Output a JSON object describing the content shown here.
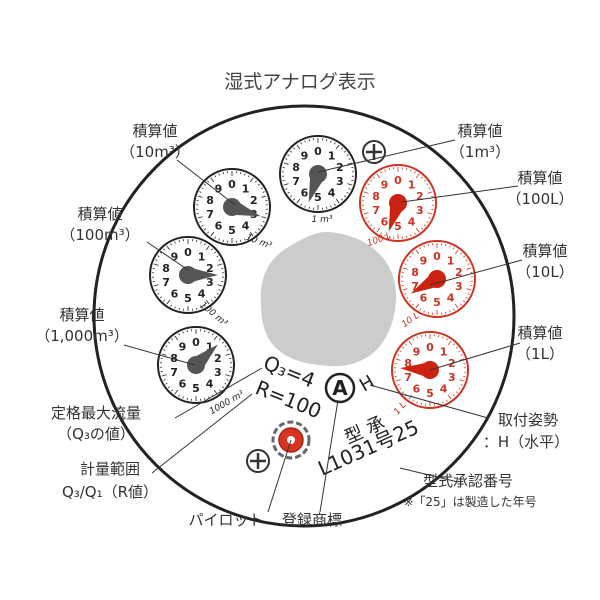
{
  "title": "湿式アナログ表示",
  "colors": {
    "black_dial": "#222222",
    "red_dial": "#cc3322",
    "pointer_black": "#555555",
    "pointer_red": "#cc2211",
    "center_gray": "#cccccc"
  },
  "dial_digits": [
    "0",
    "1",
    "2",
    "3",
    "4",
    "5",
    "6",
    "7",
    "8",
    "9"
  ],
  "dials": [
    {
      "name": "dial-10m3",
      "color": "black",
      "value": 3.0,
      "unit": "10 m³",
      "label_line1": "積算値",
      "label_line2": "（10m³）"
    },
    {
      "name": "dial-1m3",
      "color": "black",
      "value": 5.5,
      "unit": "1 m³",
      "label_line1": "積算値",
      "label_line2": "（1m³）"
    },
    {
      "name": "dial-100m3",
      "color": "black",
      "value": 2.5,
      "unit": "100 m³",
      "label_line1": "積算値",
      "label_line2": "（100m³）"
    },
    {
      "name": "dial-1000m3",
      "color": "black",
      "value": 1.3,
      "unit": "1000 m³",
      "label_line1": "積算値",
      "label_line2": "（1,000m³）"
    },
    {
      "name": "dial-100L",
      "color": "red",
      "value": 5.5,
      "unit": "100 L",
      "label_line1": "積算値",
      "label_line2": "（100L）"
    },
    {
      "name": "dial-10L",
      "color": "red",
      "value": 6.7,
      "unit": "10 L",
      "label_line1": "積算値",
      "label_line2": "（10L）"
    },
    {
      "name": "dial-1L",
      "color": "red",
      "value": 7.6,
      "unit": "1 L",
      "label_line1": "積算値",
      "label_line2": "（1L）"
    }
  ],
  "meter": {
    "q3": "Q₃=4",
    "r": "R=100",
    "approval_label": "型 承",
    "approval_number": "L1031号25",
    "mount_letter": "H",
    "logo_letter": "A"
  },
  "callouts": {
    "q3_line1": "定格最大流量",
    "q3_line2": "（Q₃の値）",
    "range_line1": "計量範囲",
    "range_line2": "Q₃/Q₁（R値）",
    "pilot": "パイロット",
    "trademark": "登録商標",
    "mount_line1": "取付姿勢",
    "mount_line2": "：H（水平）",
    "approval": "型式承認番号",
    "approval_note": "※「25」は製造した年号"
  }
}
